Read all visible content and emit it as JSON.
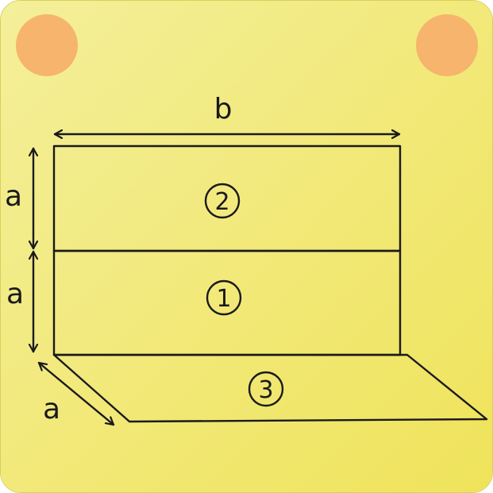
{
  "colors": {
    "card_bg_start": "#f4ef9a",
    "card_bg_end": "#efe35a",
    "dot": "#f7b46c",
    "ink": "#1a1a1a"
  },
  "labels": {
    "width": "b",
    "height_upper": "a",
    "height_lower": "a",
    "depth": "a"
  },
  "panels": {
    "upper": "2",
    "lower": "1",
    "floor": "3"
  }
}
